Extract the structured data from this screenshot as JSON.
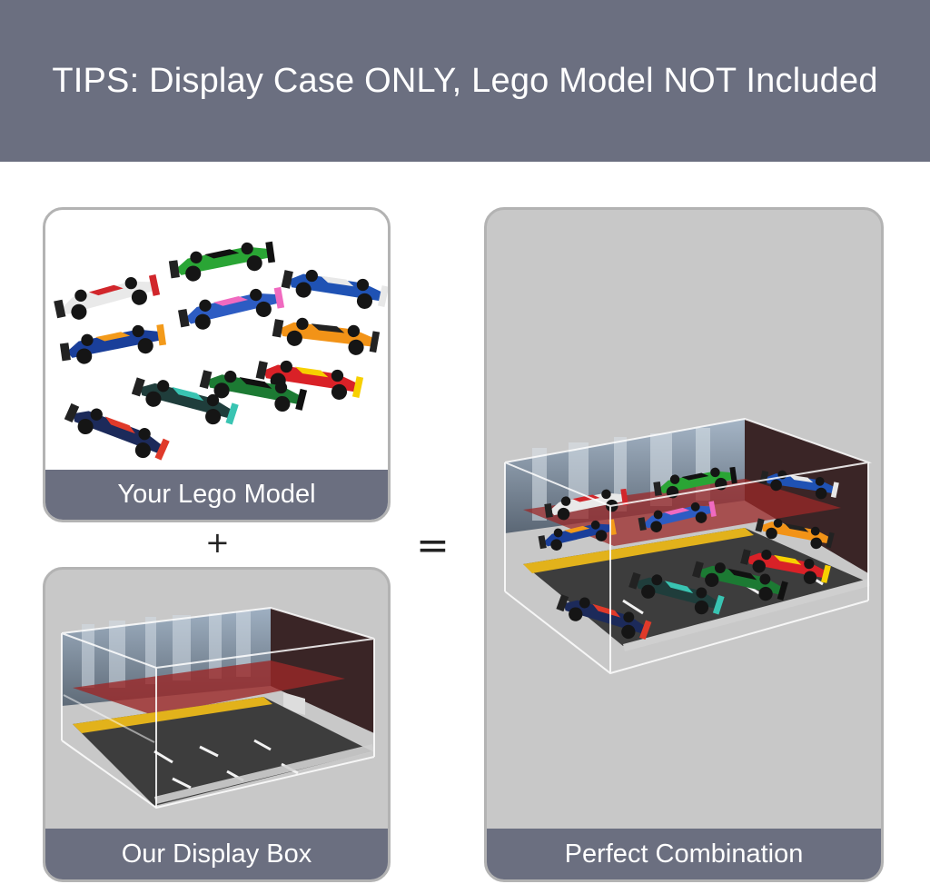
{
  "banner": {
    "text": "TIPS: Display Case ONLY, Lego Model NOT Included"
  },
  "panels": {
    "model": {
      "caption": "Your Lego Model"
    },
    "box": {
      "caption": "Our Display Box"
    },
    "combo": {
      "caption": "Perfect Combination"
    }
  },
  "operators": {
    "plus": "+",
    "equals": "="
  },
  "colors": {
    "banner_bg": "#6b6f80",
    "panel_gray": "#c8c8c8",
    "panel_border": "#b3b3b3",
    "caption_text": "#ffffff"
  },
  "cars": [
    {
      "name": "car-white-red",
      "body": "#e9e9e9",
      "accent": "#d1262b"
    },
    {
      "name": "car-green",
      "body": "#2aa535",
      "accent": "#111111"
    },
    {
      "name": "car-blue",
      "body": "#1f52b4",
      "accent": "#e8e8e8"
    },
    {
      "name": "car-blue-pink",
      "body": "#2d5cc3",
      "accent": "#f06ac0"
    },
    {
      "name": "car-dark-blue",
      "body": "#1a3f9a",
      "accent": "#f39a1a"
    },
    {
      "name": "car-orange",
      "body": "#f29317",
      "accent": "#222222"
    },
    {
      "name": "car-red",
      "body": "#d92127",
      "accent": "#f7d000"
    },
    {
      "name": "car-dark-green",
      "body": "#1c7a33",
      "accent": "#111111"
    },
    {
      "name": "car-teal",
      "body": "#1f3d3b",
      "accent": "#39c4b2"
    },
    {
      "name": "car-navy-red",
      "body": "#1c2a5a",
      "accent": "#e03a2a"
    }
  ]
}
